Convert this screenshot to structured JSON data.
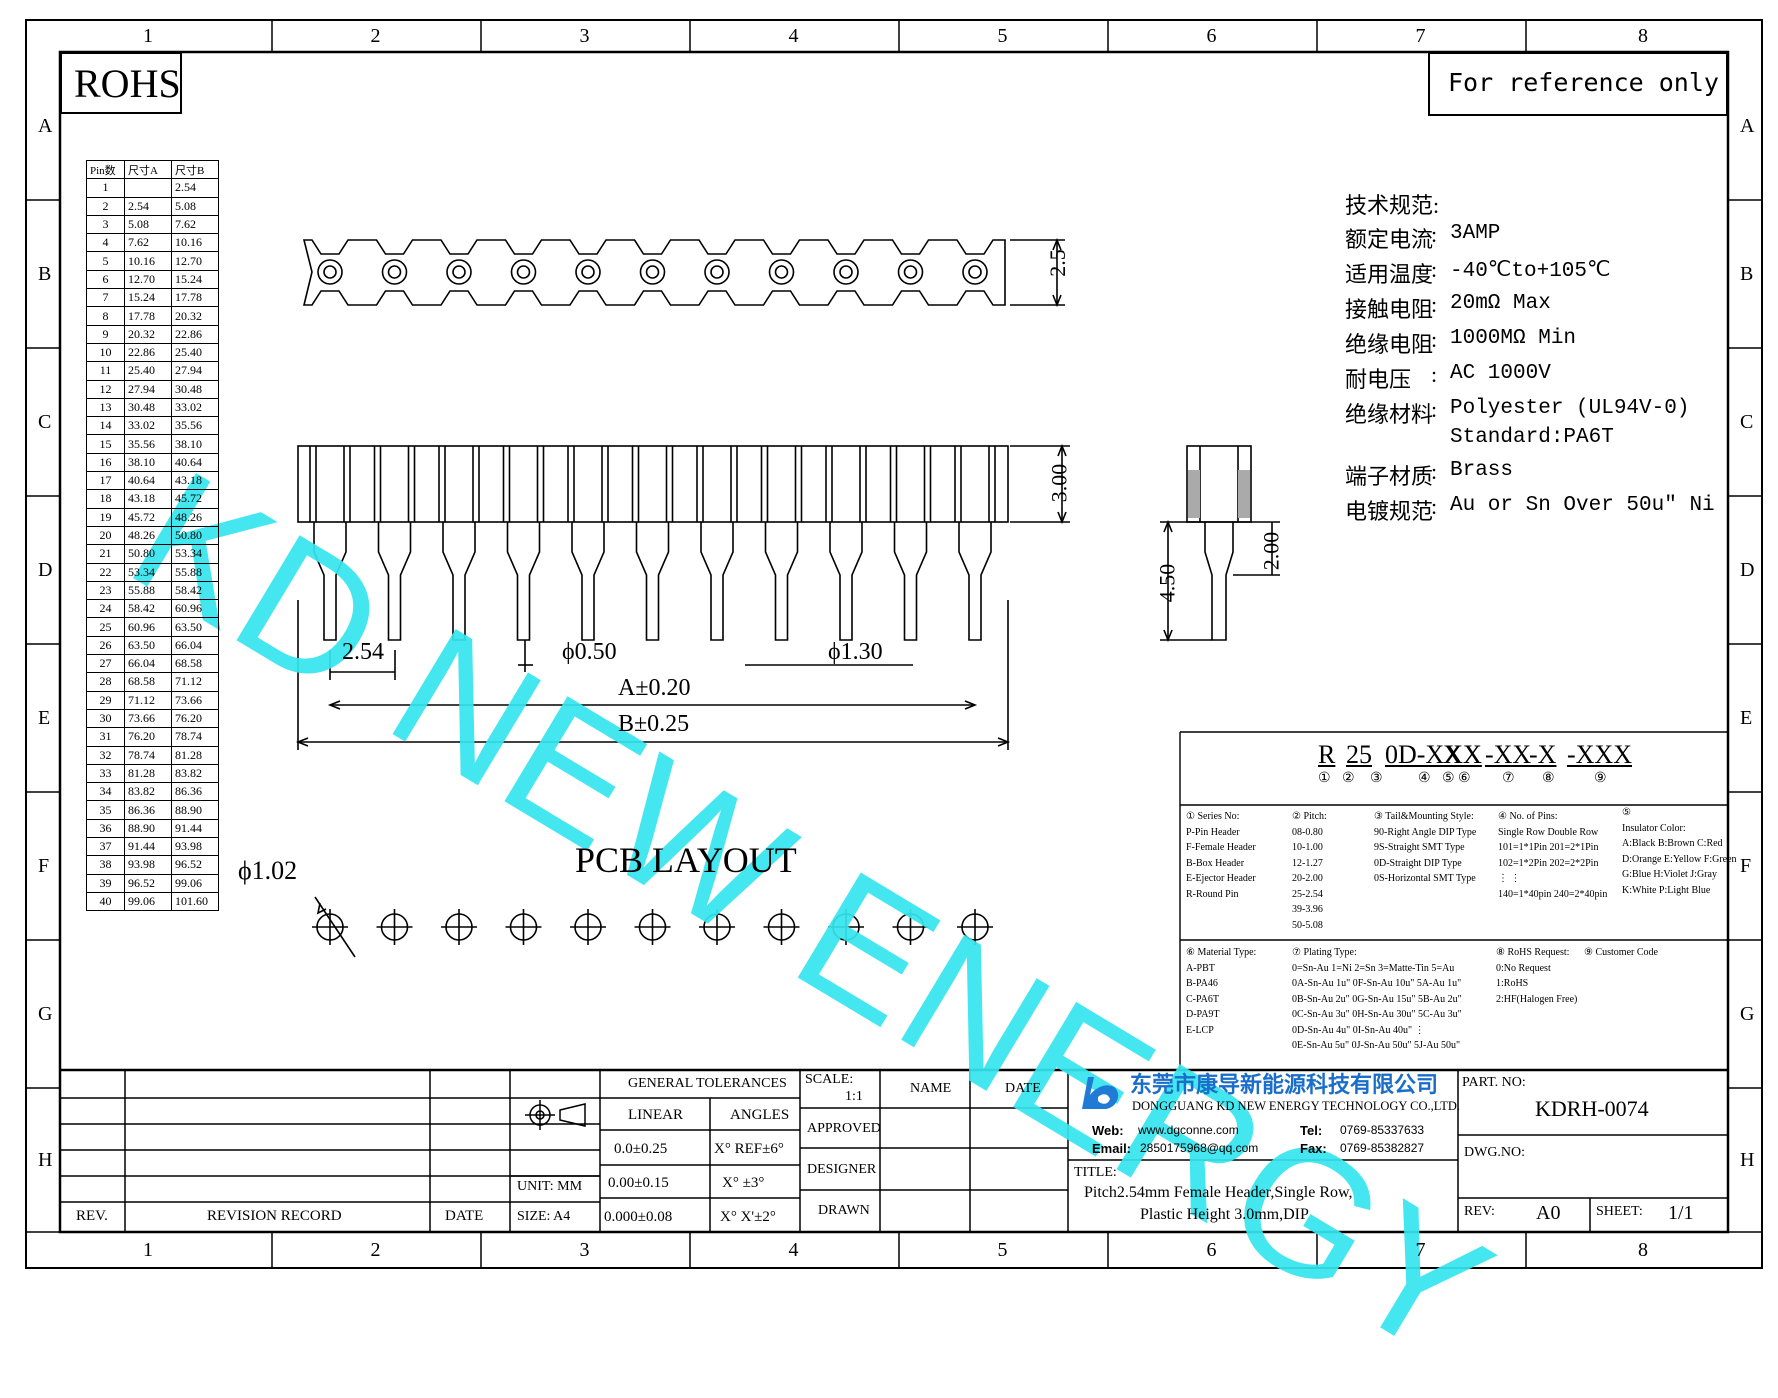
{
  "frame": {
    "col_labels": [
      "1",
      "2",
      "3",
      "4",
      "5",
      "6",
      "7",
      "8"
    ],
    "row_labels": [
      "A",
      "B",
      "C",
      "D",
      "E",
      "F",
      "G",
      "H"
    ]
  },
  "header": {
    "rohs": "ROHS",
    "reference_note": "For reference only"
  },
  "pin_table": {
    "headers": [
      "Pin数",
      "尺寸A",
      "尺寸B"
    ],
    "rows": [
      [
        "1",
        "",
        "2.54"
      ],
      [
        "2",
        "2.54",
        "5.08"
      ],
      [
        "3",
        "5.08",
        "7.62"
      ],
      [
        "4",
        "7.62",
        "10.16"
      ],
      [
        "5",
        "10.16",
        "12.70"
      ],
      [
        "6",
        "12.70",
        "15.24"
      ],
      [
        "7",
        "15.24",
        "17.78"
      ],
      [
        "8",
        "17.78",
        "20.32"
      ],
      [
        "9",
        "20.32",
        "22.86"
      ],
      [
        "10",
        "22.86",
        "25.40"
      ],
      [
        "11",
        "25.40",
        "27.94"
      ],
      [
        "12",
        "27.94",
        "30.48"
      ],
      [
        "13",
        "30.48",
        "33.02"
      ],
      [
        "14",
        "33.02",
        "35.56"
      ],
      [
        "15",
        "35.56",
        "38.10"
      ],
      [
        "16",
        "38.10",
        "40.64"
      ],
      [
        "17",
        "40.64",
        "43.18"
      ],
      [
        "18",
        "43.18",
        "45.72"
      ],
      [
        "19",
        "45.72",
        "48.26"
      ],
      [
        "20",
        "48.26",
        "50.80"
      ],
      [
        "21",
        "50.80",
        "53.34"
      ],
      [
        "22",
        "53.34",
        "55.88"
      ],
      [
        "23",
        "55.88",
        "58.42"
      ],
      [
        "24",
        "58.42",
        "60.96"
      ],
      [
        "25",
        "60.96",
        "63.50"
      ],
      [
        "26",
        "63.50",
        "66.04"
      ],
      [
        "27",
        "66.04",
        "68.58"
      ],
      [
        "28",
        "68.58",
        "71.12"
      ],
      [
        "29",
        "71.12",
        "73.66"
      ],
      [
        "30",
        "73.66",
        "76.20"
      ],
      [
        "31",
        "76.20",
        "78.74"
      ],
      [
        "32",
        "78.74",
        "81.28"
      ],
      [
        "33",
        "81.28",
        "83.82"
      ],
      [
        "34",
        "83.82",
        "86.36"
      ],
      [
        "35",
        "86.36",
        "88.90"
      ],
      [
        "36",
        "88.90",
        "91.44"
      ],
      [
        "37",
        "91.44",
        "93.98"
      ],
      [
        "38",
        "93.98",
        "96.52"
      ],
      [
        "39",
        "96.52",
        "99.06"
      ],
      [
        "40",
        "99.06",
        "101.60"
      ]
    ]
  },
  "dimensions": {
    "top_height": "2.5",
    "body_height": "3.00",
    "pitch": "2.54",
    "pin_dia": "ϕ0.50",
    "socket_dia": "ϕ1.30",
    "dim_a": "A±0.20",
    "dim_b": "B±0.25",
    "side_2": "2.00",
    "side_45": "4.50",
    "pcb_hole": "ϕ1.02",
    "pcb_title": "PCB LAYOUT"
  },
  "specs": {
    "title": "技术规范:",
    "rows": [
      {
        "label": "额定电流",
        "value": "3AMP"
      },
      {
        "label": "适用温度",
        "value": "-40℃to+105℃"
      },
      {
        "label": "接触电阻",
        "value": "20mΩ Max"
      },
      {
        "label": "绝缘电阻",
        "value": "1000MΩ Min"
      },
      {
        "label": "耐电压",
        "value": "AC 1000V"
      },
      {
        "label": "绝缘材料",
        "value": "Polyester (UL94V-0)"
      },
      {
        "label": "",
        "value": "Standard:PA6T"
      },
      {
        "label": "端子材质",
        "value": "Brass"
      },
      {
        "label": "电镀规范",
        "value": "Au or Sn Over 50u\" Ni"
      }
    ]
  },
  "watermark": "KD NEW ENERGY",
  "part_code": {
    "code": [
      "R",
      "25",
      "0D-XXX",
      "X",
      "X",
      "-XX",
      "-X",
      "-XXX"
    ],
    "markers": [
      "①",
      "②",
      "③",
      "④",
      "⑤",
      "⑥",
      "⑦",
      "⑧",
      "⑨"
    ],
    "series": [
      "① Series No:",
      "P-Pin Header",
      "F-Female Header",
      "B-Box Header",
      "E-Ejector Header",
      "R-Round Pin"
    ],
    "pitch": [
      "② Pitch:",
      "08-0.80",
      "10-1.00",
      "12-1.27",
      "20-2.00",
      "25-2.54",
      "39-3.96",
      "50-5.08"
    ],
    "tail": [
      "③ Tail&Mounting Style:",
      "90-Right Angle DIP Type",
      "9S-Straight SMT Type",
      "0D-Straight DIP Type",
      "0S-Horizontal SMT Type"
    ],
    "pins": [
      "④ No. of Pins:",
      "Single Row  Double Row",
      "101=1*1Pin   201=2*1Pin",
      "102=1*2Pin   202=2*2Pin",
      "⋮               ⋮",
      "140=1*40pin   240=2*40pin"
    ],
    "insulator": [
      "⑤",
      "Insulator Color:",
      "A:Black  B:Brown  C:Red",
      "D:Orange E:Yellow F:Green",
      "G:Blue   H:Violet J:Gray",
      "K:White  P:Light Blue"
    ],
    "material": [
      "⑥ Material Type:",
      "A-PBT",
      "B-PA46",
      "C-PA6T",
      "D-PA9T",
      "E-LCP"
    ],
    "plating": [
      "⑦ Plating Type:",
      "0=Sn-Au 1=Ni 2=Sn 3=Matte-Tin 5=Au",
      "0A-Sn-Au 1u\" 0F-Sn-Au 10u\"  5A-Au 1u\"",
      "0B-Sn-Au 2u\" 0G-Sn-Au 15u\"  5B-Au 2u\"",
      "0C-Sn-Au 3u\" 0H-Sn-Au 30u\"  5C-Au 3u\"",
      "0D-Sn-Au 4u\" 0I-Sn-Au 40u\"     ⋮",
      "0E-Sn-Au 5u\" 0J-Sn-Au 50u\"  5J-Au 50u\""
    ],
    "rohs": [
      "⑧ RoHS Request:",
      "0:No Request",
      "1:RoHS",
      "2:HF(Halogen Free)"
    ],
    "customer": [
      "⑨ Customer Code"
    ]
  },
  "title_block": {
    "rev": "REV.",
    "revision_record": "REVISION RECORD",
    "date": "DATE",
    "unit": "UNIT: MM",
    "size": "SIZE: A4",
    "general_tolerances": "GENERAL TOLERANCES",
    "linear": "LINEAR",
    "angles": "ANGLES",
    "tol_rows": [
      {
        "linear": "0.0±0.25",
        "angle": "X° REF±6°"
      },
      {
        "linear": "0.00±0.15",
        "angle": "X° ±3°"
      },
      {
        "linear": "0.000±0.08",
        "angle": "X° X'±2°"
      }
    ],
    "scale_label": "SCALE:",
    "scale_value": "1:1",
    "name": "NAME",
    "date2": "DATE",
    "approved": "APPROVED",
    "designer": "DESIGNER",
    "drawn": "DRAWN",
    "company_cn": "东莞市康导新能源科技有限公司",
    "company_en": "DONGGUANG KD NEW ENERGY TECHNOLOGY CO.,LTD.",
    "web_label": "Web:",
    "web": "www.dgconne.com",
    "tel_label": "Tel:",
    "tel": "0769-85337633",
    "email_label": "Email:",
    "email": "2850175968@qq.com",
    "fax_label": "Fax:",
    "fax": "0769-85382827",
    "title_label": "TITLE:",
    "title_line1": "Pitch2.54mm Female Header,Single Row,",
    "title_line2": "Plastic Height 3.0mm,DIP",
    "part_no_label": "PART. NO:",
    "part_no": "KDRH-0074",
    "dwg_no_label": "DWG.NO:",
    "rev_label": "REV:",
    "rev_value": "A0",
    "sheet_label": "SHEET:",
    "sheet_value": "1/1"
  }
}
